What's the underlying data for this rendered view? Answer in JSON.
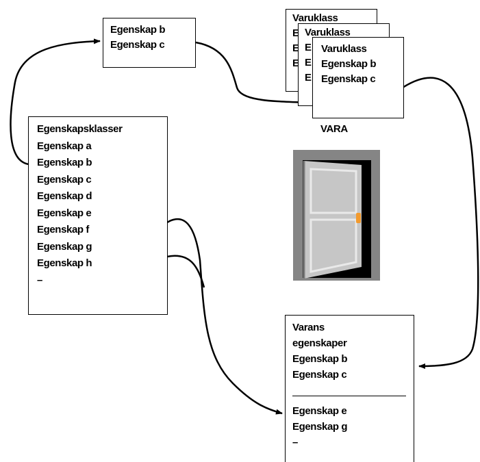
{
  "box_top": {
    "lines": [
      "Egenskap b",
      "Egenskap c"
    ]
  },
  "stack": {
    "back_card_1": [
      "Varuklass",
      "E",
      "E",
      "E"
    ],
    "back_card_2": [
      "Varuklass",
      "E",
      "E",
      "E"
    ],
    "front_card": [
      "Varuklass",
      "Egenskap b",
      "Egenskap c"
    ],
    "caption": "VARA"
  },
  "box_classes": {
    "lines": [
      "Egenskapsklasser",
      "Egenskap a",
      "Egenskap b",
      "Egenskap c",
      "Egenskap d",
      "Egenskap e",
      "Egenskap f",
      "Egenskap g",
      "Egenskap h",
      "–"
    ]
  },
  "box_result": {
    "upper": [
      "Varans",
      "egenskaper",
      "Egenskap b",
      "Egenskap c"
    ],
    "lower": [
      "Egenskap e",
      "Egenskap g",
      "–"
    ]
  },
  "door": {
    "icon": "open-door-icon",
    "colors": {
      "frame": "#858585",
      "opening": "#000000",
      "panel": "#c6c6c6",
      "handle": "#f29a2e"
    }
  }
}
